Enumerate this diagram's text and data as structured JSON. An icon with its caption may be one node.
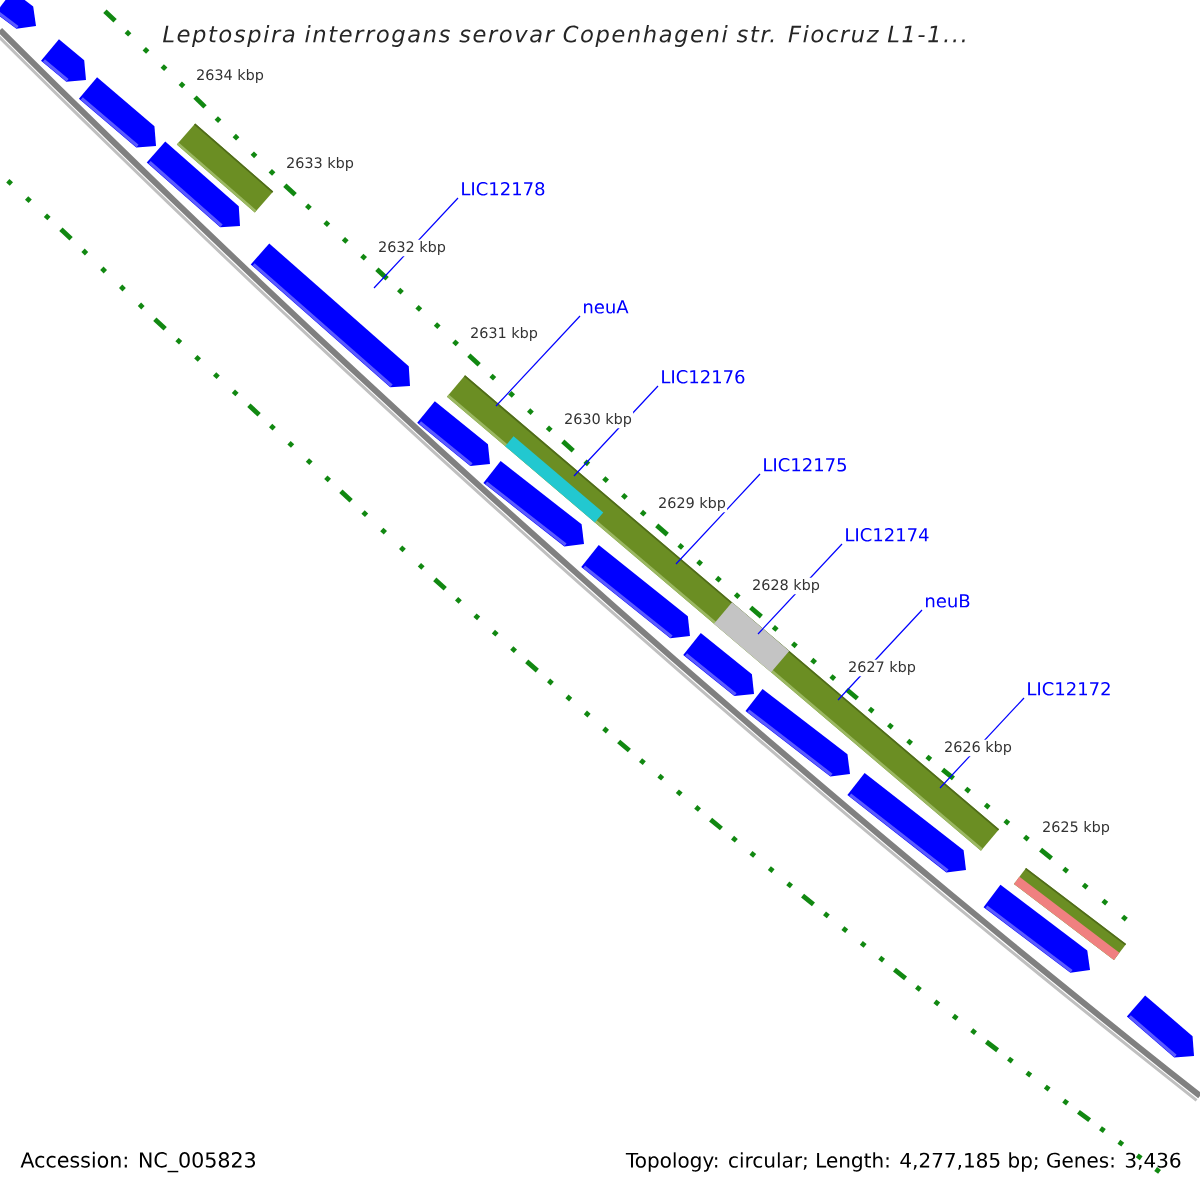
{
  "diagram": {
    "title": "Leptospira interrogans serovar Copenhageni str. Fiocruz L1-1...",
    "nodes": [
      {
        "text": [
          "LIC12178"
        ]
      },
      {
        "text": [
          "neuA"
        ]
      },
      {
        "text": [
          "LIC12176"
        ]
      },
      {
        "text": [
          "LIC12175"
        ]
      },
      {
        "text": [
          "LIC12174"
        ]
      },
      {
        "text": [
          "neuB"
        ]
      },
      {
        "text": [
          "LIC12172"
        ]
      }
    ],
    "edges": [
      {
        "from": 0,
        "to": null,
        "arrow": "none"
      },
      {
        "from": 1,
        "to": null,
        "arrow": "none"
      },
      {
        "from": 2,
        "to": null,
        "arrow": "none"
      },
      {
        "from": 3,
        "to": null,
        "arrow": "none"
      },
      {
        "from": 4,
        "to": null,
        "arrow": "none"
      },
      {
        "from": 5,
        "to": null,
        "arrow": "none"
      },
      {
        "from": 6,
        "to": null,
        "arrow": "none"
      }
    ],
    "labels": [
      "2634 kbp",
      "2633 kbp",
      "2632 kbp",
      "2631 kbp",
      "2630 kbp",
      "2629 kbp",
      "2628 kbp",
      "2627 kbp",
      "2626 kbp",
      "2625 kbp",
      "Accession: NC_005823",
      "Topology: circular; Length: 4,277,185 bp; Genes: 3,436"
    ]
  }
}
